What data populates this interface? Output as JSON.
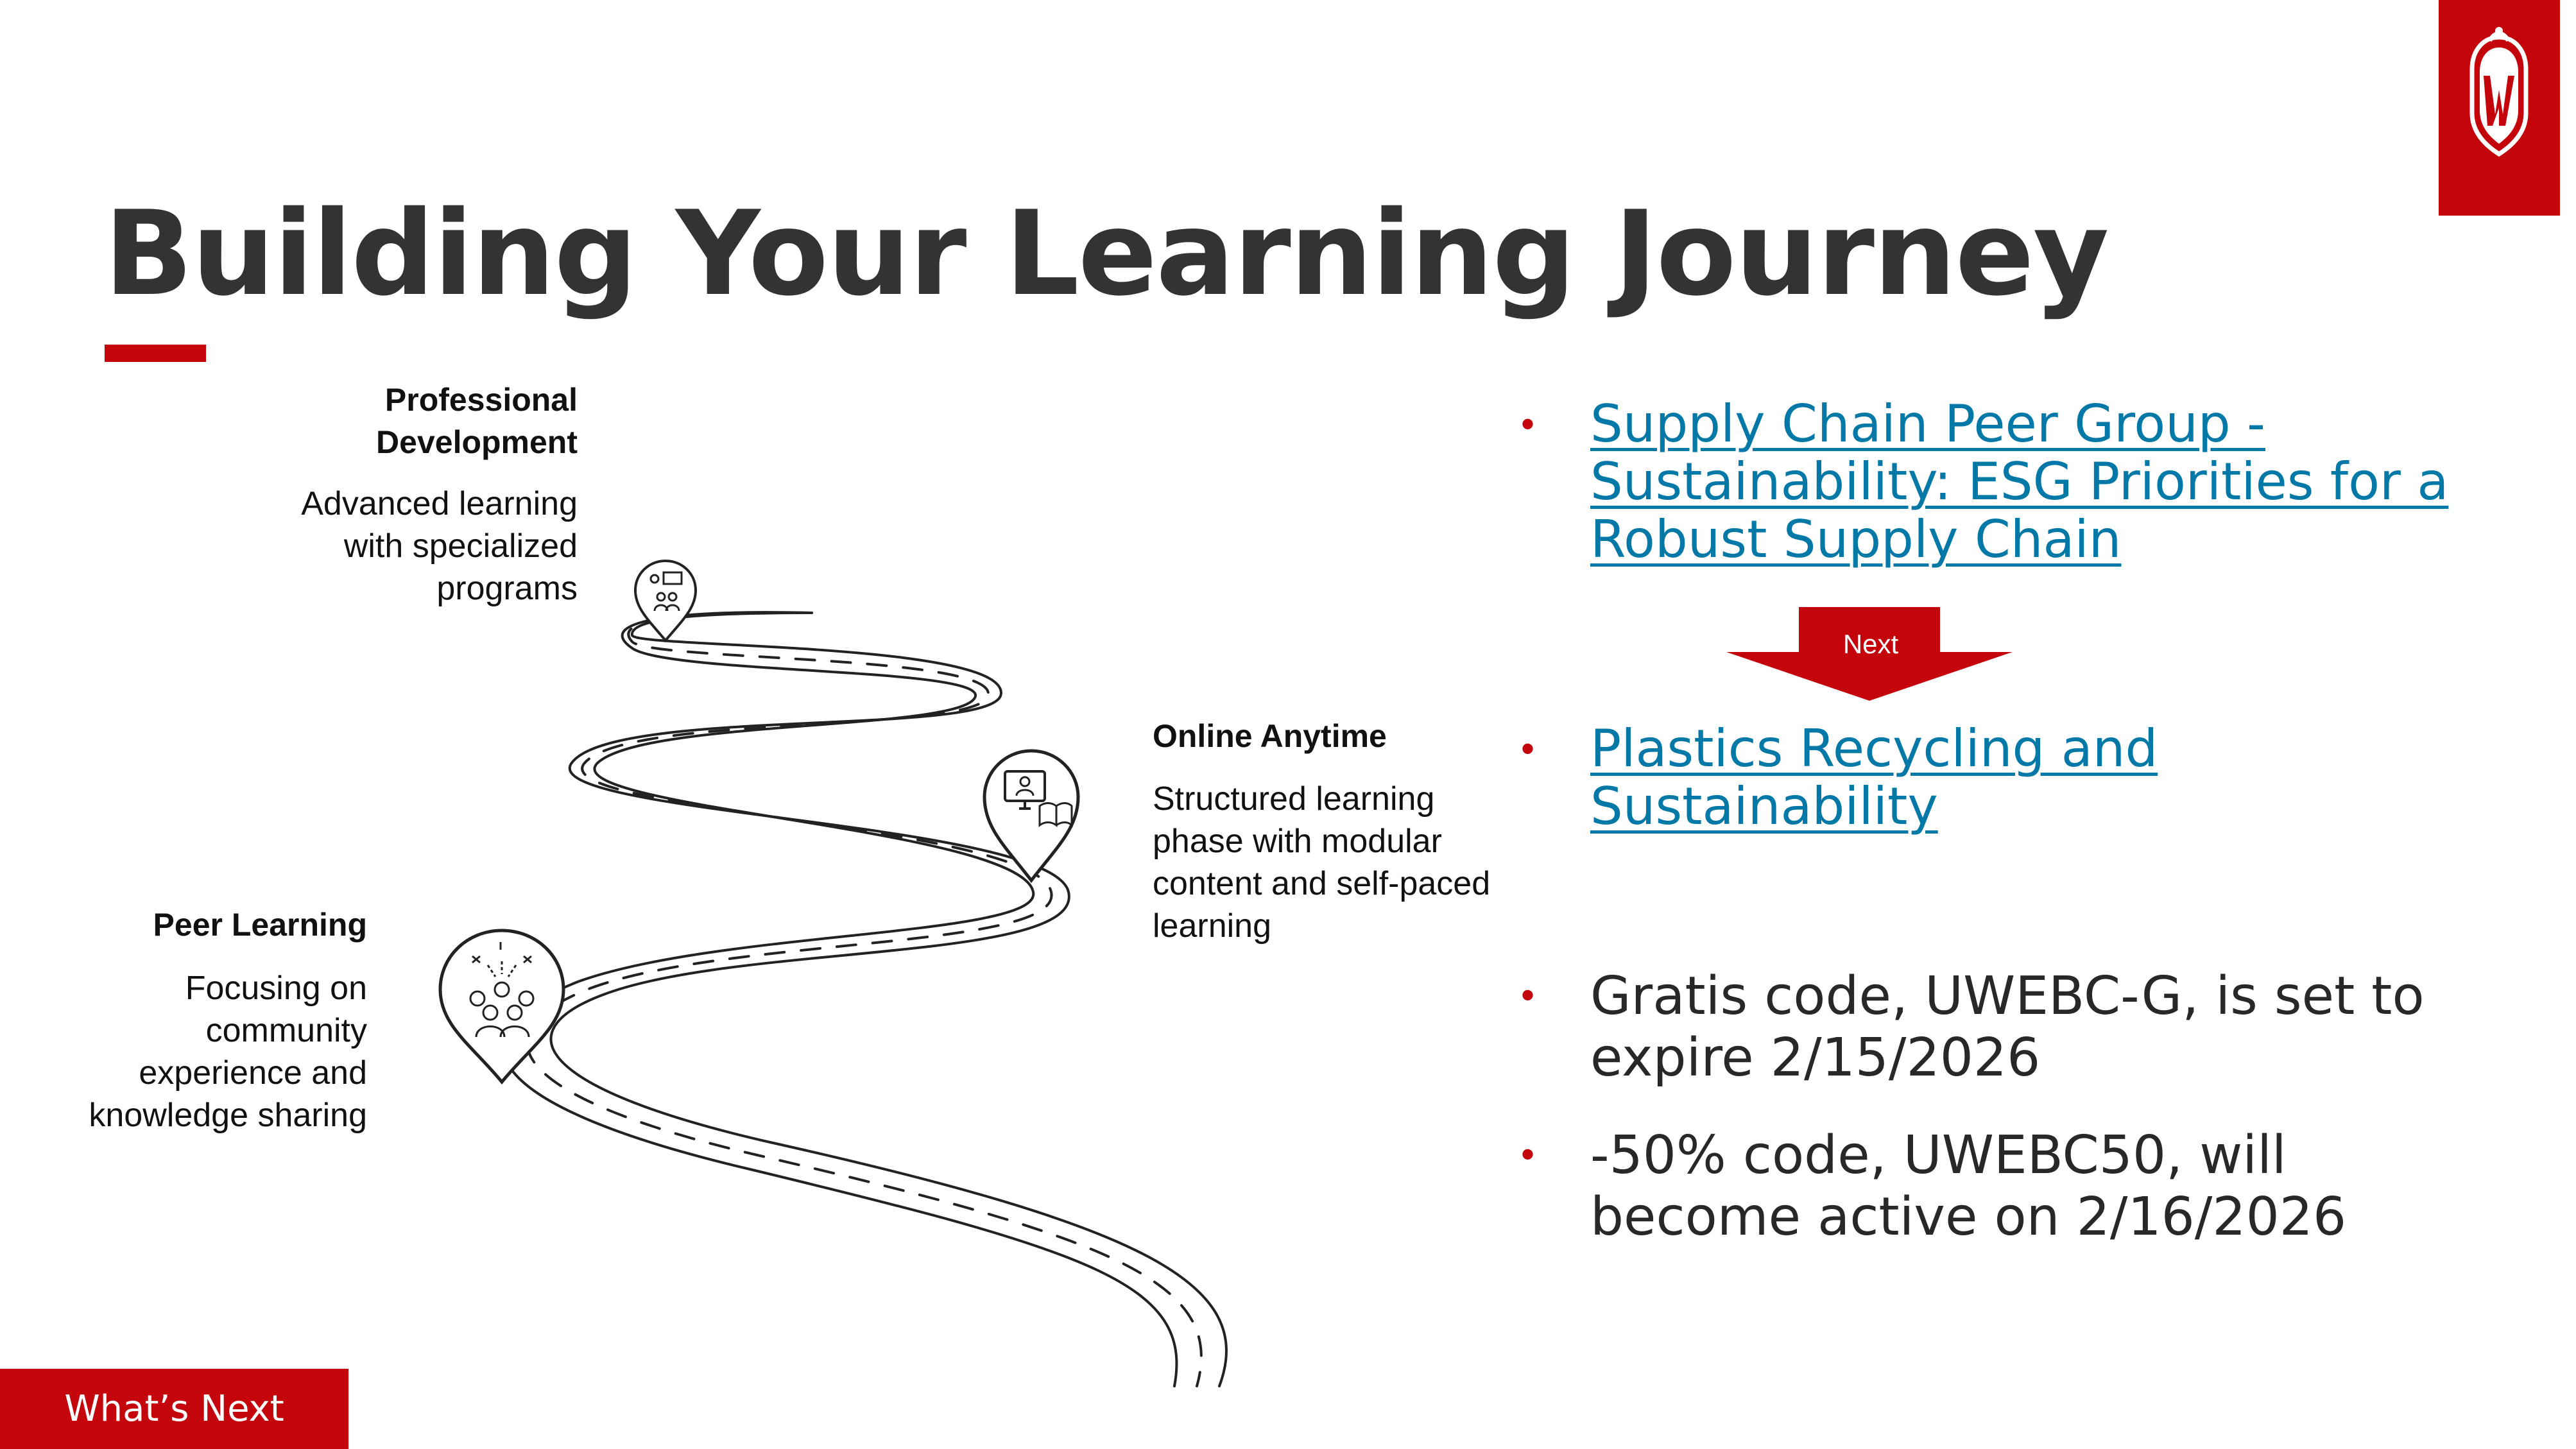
{
  "slide": {
    "title": "Building Your Learning Journey",
    "brand_color": "#c5050c",
    "link_color": "#0479a8",
    "footer_tab": "What’s Next"
  },
  "journey": {
    "stages": [
      {
        "heading": "Professional Development",
        "description": "Advanced learning with specialized programs",
        "icon": "presentation-people-icon"
      },
      {
        "heading": "Online Anytime",
        "description": "Structured learning phase with modular content and self-paced learning",
        "icon": "computer-book-icon"
      },
      {
        "heading": "Peer Learning",
        "description": "Focusing on community experience and knowledge sharing",
        "icon": "community-people-icon"
      }
    ]
  },
  "resources": {
    "links": [
      "Supply Chain Peer Group - Sustainability: ESG Priorities for a Robust Supply Chain",
      "Plastics Recycling and Sustainability"
    ],
    "next_arrow_label": "Next",
    "notes": [
      "Gratis code, UWEBC-G, is set to expire 2/15/2026",
      "-50% code, UWEBC50, will become active on 2/16/2026"
    ],
    "bullet_glyph": "•"
  }
}
